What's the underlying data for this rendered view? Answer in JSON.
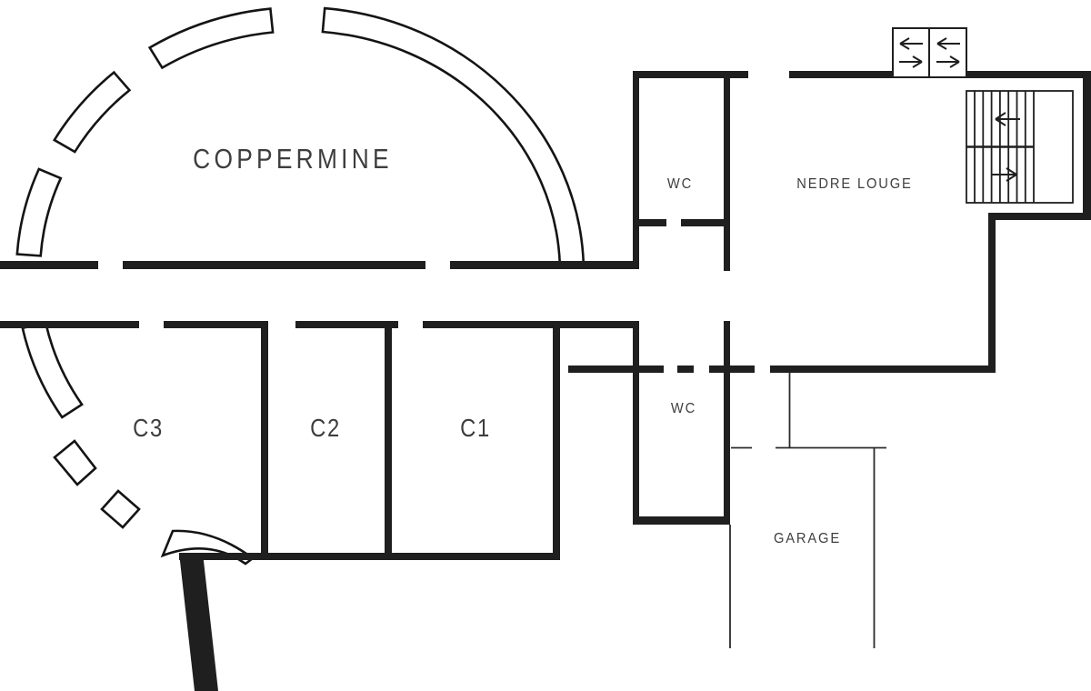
{
  "drawing_type": "floor-plan",
  "rooms": {
    "coppermine": {
      "label": "COPPERMINE"
    },
    "wc_upper": {
      "label": "WC"
    },
    "nedre_louge": {
      "label": "NEDRE LOUGE"
    },
    "wc_lower": {
      "label": "WC"
    },
    "c3": {
      "label": "C3"
    },
    "c2": {
      "label": "C2"
    },
    "c1": {
      "label": "C1"
    },
    "garage": {
      "label": "GARAGE"
    }
  },
  "icons": {
    "stairs": "stairs-with-up-down-arrows-icon",
    "sliding_door": "double-sliding-door-arrows-icon"
  },
  "colors": {
    "wall": "#1f1f1f",
    "thin_line": "#2b2b2b",
    "arc_outline": "#141414",
    "label_text": "#3e3e3e",
    "background": "#ffffff"
  }
}
